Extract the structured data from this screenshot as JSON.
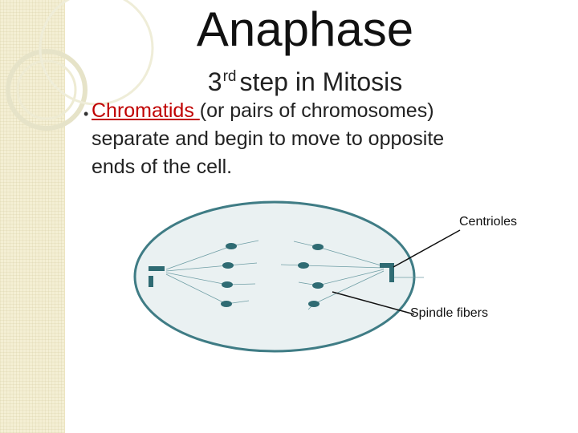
{
  "title": "Anaphase",
  "subtitle": {
    "number": "3",
    "superscript": "rd",
    "text": "step in Mitosis"
  },
  "bullet": {
    "marker": "•",
    "term": "Chromatids ",
    "text_line1": "(or pairs of chromosomes)",
    "text_line2": "separate and begin to move to opposite",
    "text_line3": "ends of the cell."
  },
  "diagram": {
    "labels": {
      "centrioles": "Centrioles",
      "spindle_fibers": "Spindle fibers"
    }
  },
  "colors": {
    "term": "#c00000",
    "cell_fill": "#eaf1f2",
    "cell_stroke": "#3f7c85",
    "chromatid": "#2f6b73"
  }
}
